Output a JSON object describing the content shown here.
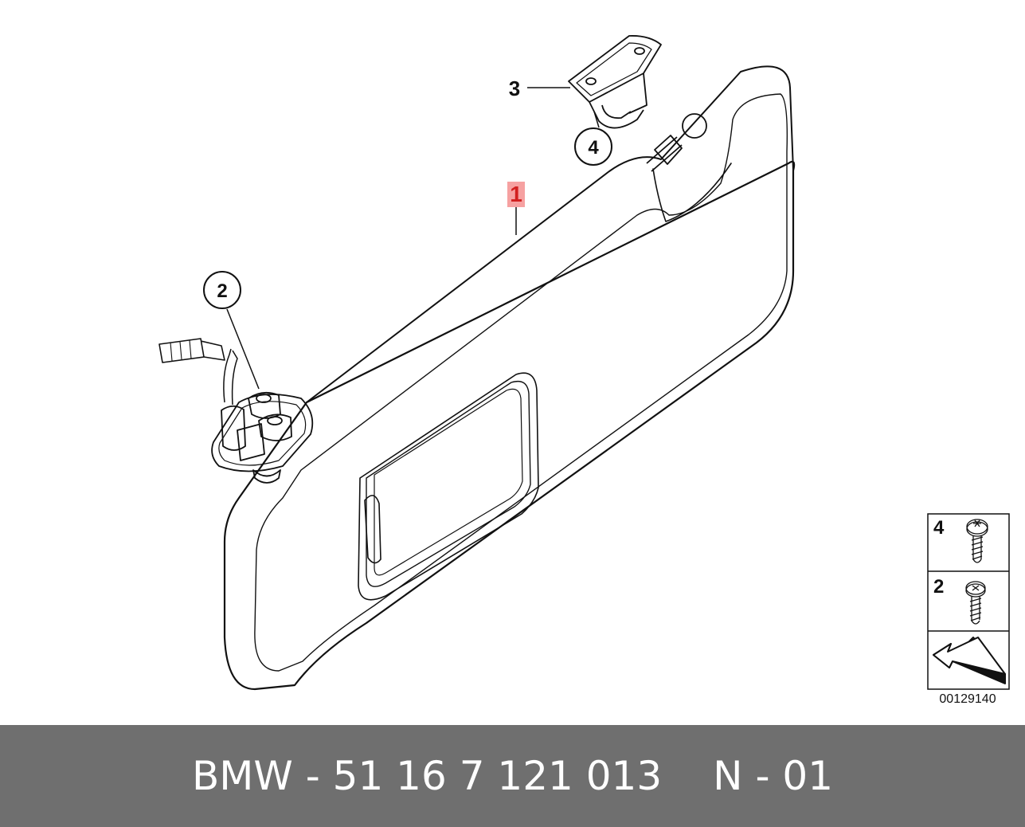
{
  "callouts": {
    "c1": "1",
    "c2": "2",
    "c3": "3",
    "c4": "4"
  },
  "legend": {
    "row1": "4",
    "row2": "2"
  },
  "diagram_id": "00129140",
  "footer": {
    "part_label": "BMW - 51 16 7 121 013",
    "code": "N - 01",
    "background": "#6f6f6f",
    "text_color": "#ffffff"
  },
  "colors": {
    "highlight_fill": "#f6a1a1",
    "highlight_text": "#d22020",
    "line": "#111111"
  }
}
